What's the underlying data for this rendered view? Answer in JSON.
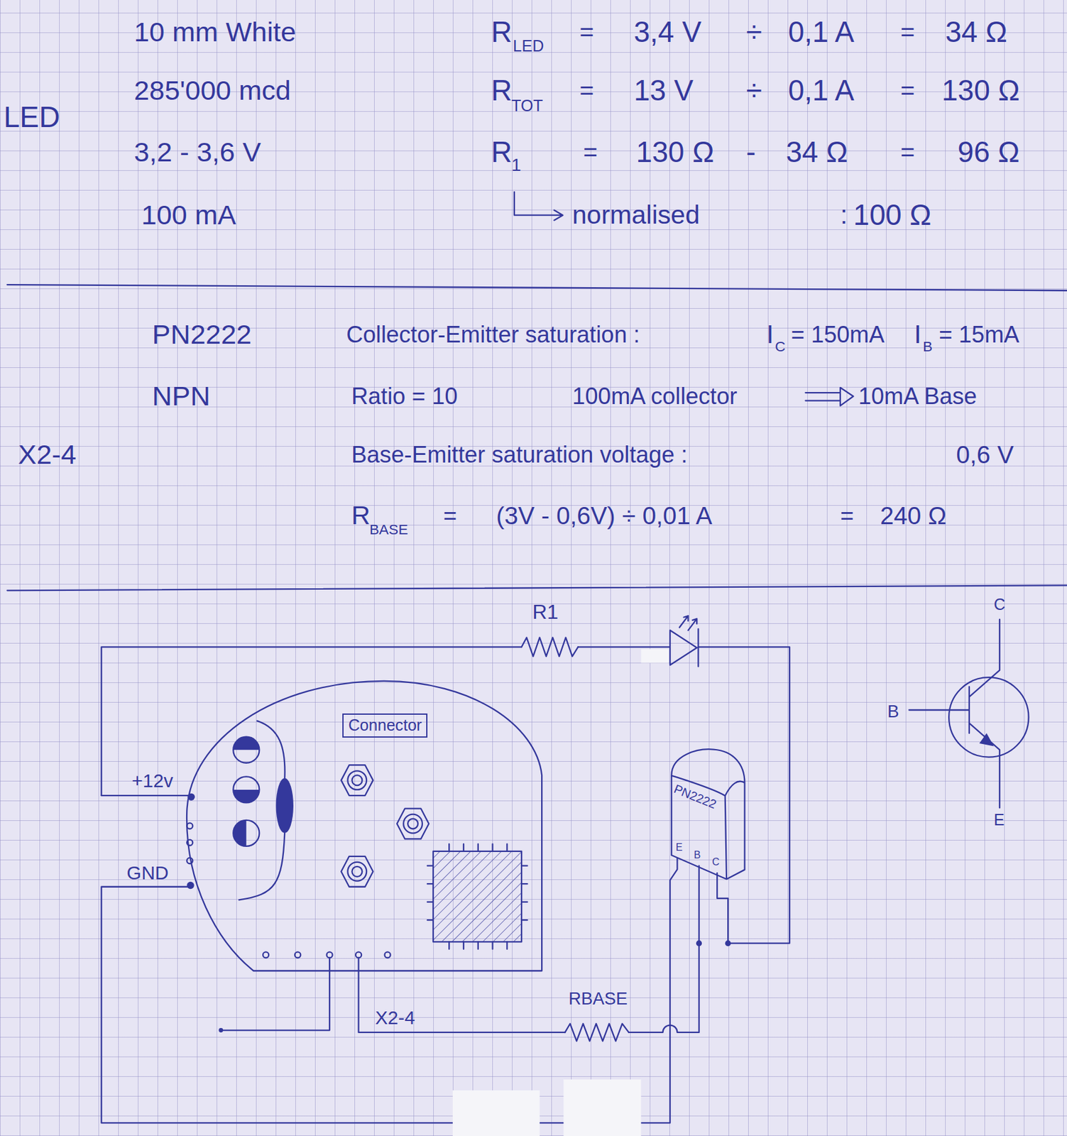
{
  "diagram": {
    "nodes": [
      {
        "text": [
          "Connector"
        ]
      },
      {
        "text": [
          "PN2222",
          "E",
          "B",
          "C"
        ]
      }
    ],
    "labels": [
      "LED",
      "10 mm White",
      "285'000 mcd",
      "3,2 - 3,6 V",
      "100 mA",
      "R",
      "LED",
      "=",
      "3,4 V",
      "÷",
      "0,1 A",
      "=",
      "34 Ω",
      "R",
      "TOT",
      "=",
      "13 V",
      "÷",
      "0,1 A",
      "=",
      "130 Ω",
      "R",
      "1",
      "=",
      "130 Ω",
      "-",
      "34 Ω",
      "=",
      "96 Ω",
      "normalised",
      ":",
      "100 Ω",
      "PN2222",
      "NPN",
      "X2-4",
      "Collector-Emitter saturation :",
      "I",
      "C",
      "= 150mA",
      "I",
      "B",
      "= 15mA",
      "Ratio = 10",
      "100mA collector",
      "10mA Base",
      "Base-Emitter saturation voltage :",
      "0,6 V",
      "R",
      "BASE",
      "=",
      "(3V - 0,6V) ÷ 0,01 A",
      "=",
      "240 Ω",
      "R1",
      "+12v",
      "GND",
      "X2-4",
      "RBASE",
      "C",
      "B",
      "E"
    ]
  }
}
